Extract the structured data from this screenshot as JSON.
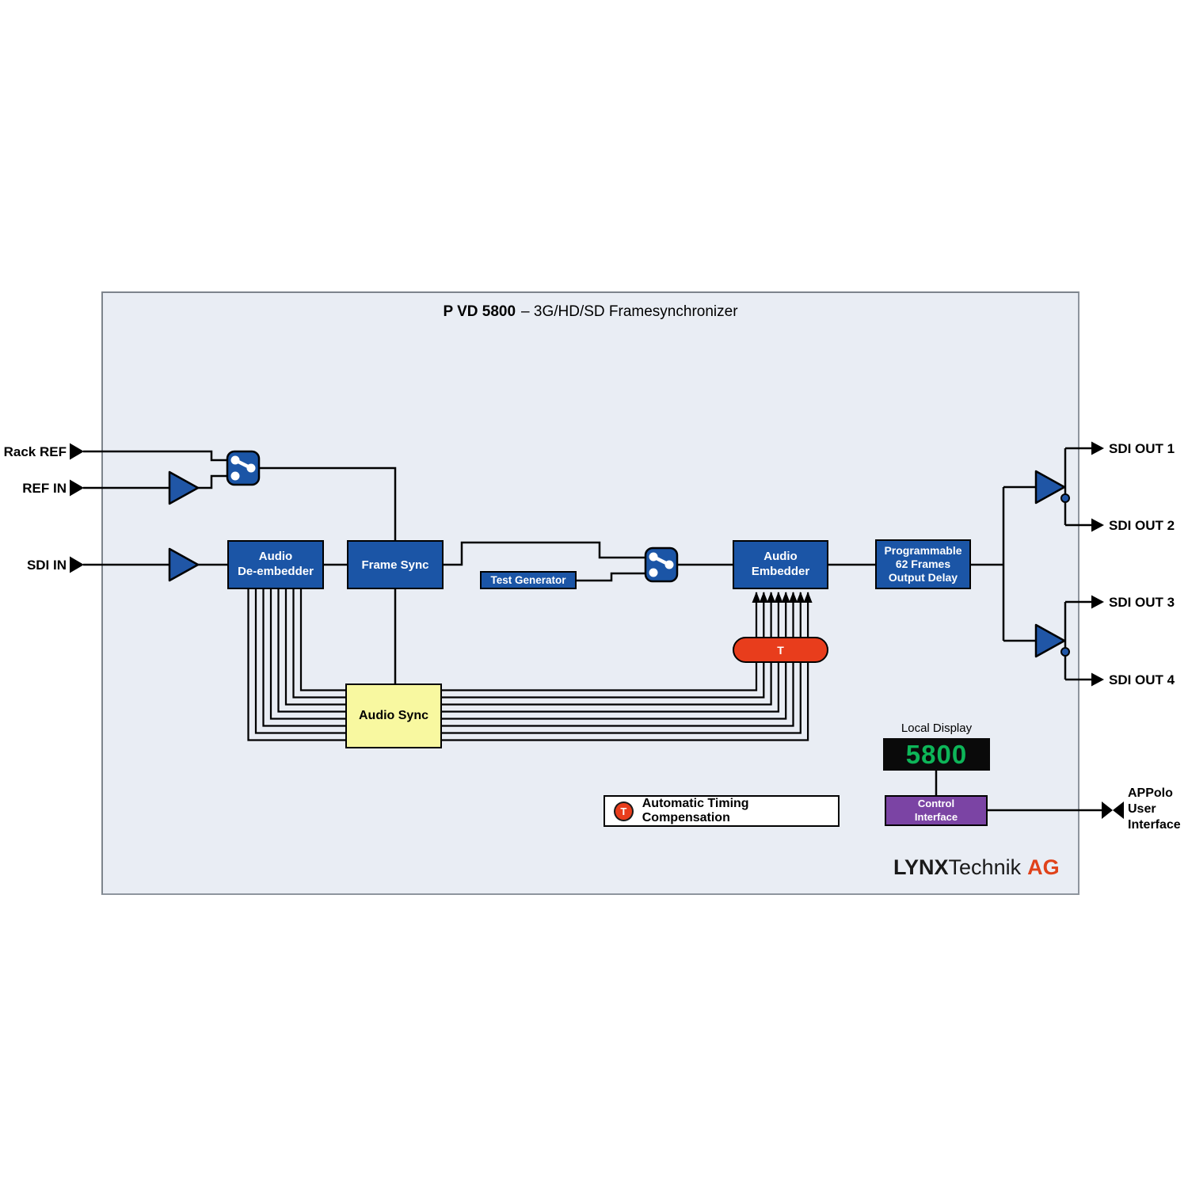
{
  "title": {
    "model": "P VD 5800",
    "subtitle": "– 3G/HD/SD Framesynchronizer"
  },
  "ports": {
    "inputs": [
      {
        "label": "Rack REF"
      },
      {
        "label": "REF IN"
      },
      {
        "label": "SDI IN"
      }
    ],
    "outputs": [
      {
        "label": "SDI OUT 1"
      },
      {
        "label": "SDI OUT 2"
      },
      {
        "label": "SDI OUT 3"
      },
      {
        "label": "SDI OUT 4"
      }
    ],
    "control": {
      "label": "APPolo\nUser\nInterface"
    }
  },
  "blocks": {
    "audio_deembedder": {
      "label": "Audio\nDe-embedder"
    },
    "frame_sync": {
      "label": "Frame Sync"
    },
    "test_generator": {
      "label": "Test Generator"
    },
    "audio_embedder": {
      "label": "Audio\nEmbedder"
    },
    "output_delay": {
      "label": "Programmable\n62 Frames\nOutput Delay"
    },
    "audio_sync": {
      "label": "Audio Sync"
    },
    "timing_capsule": {
      "label": "T"
    }
  },
  "legend": {
    "symbol": "T",
    "text": "Automatic Timing Compensation"
  },
  "local_display": {
    "caption": "Local Display",
    "value": "5800"
  },
  "control_interface": {
    "label": "Control\nInterface"
  },
  "logo": {
    "lynx": "LYNX",
    "technik": "Technik",
    "ag": "AG"
  },
  "icons": {
    "switch": "crossover-switch-icon",
    "amplifier": "buffer-amp-icon",
    "arrow": "signal-arrowhead-icon",
    "bowtie": "bidirectional-link-icon",
    "timing": "timing-compensation-icon"
  },
  "colors": {
    "panel_bg": "#e9edf4",
    "panel_border": "#8e959e",
    "block_blue": "#1b55a6",
    "amp_blue": "#2056a6",
    "audio_sync_yellow": "#f8f8a0",
    "timing_red": "#e83d1c",
    "control_purple": "#7b44a4",
    "display_green": "#0db558",
    "logo_red": "#e0421a",
    "wire": "#000000"
  }
}
